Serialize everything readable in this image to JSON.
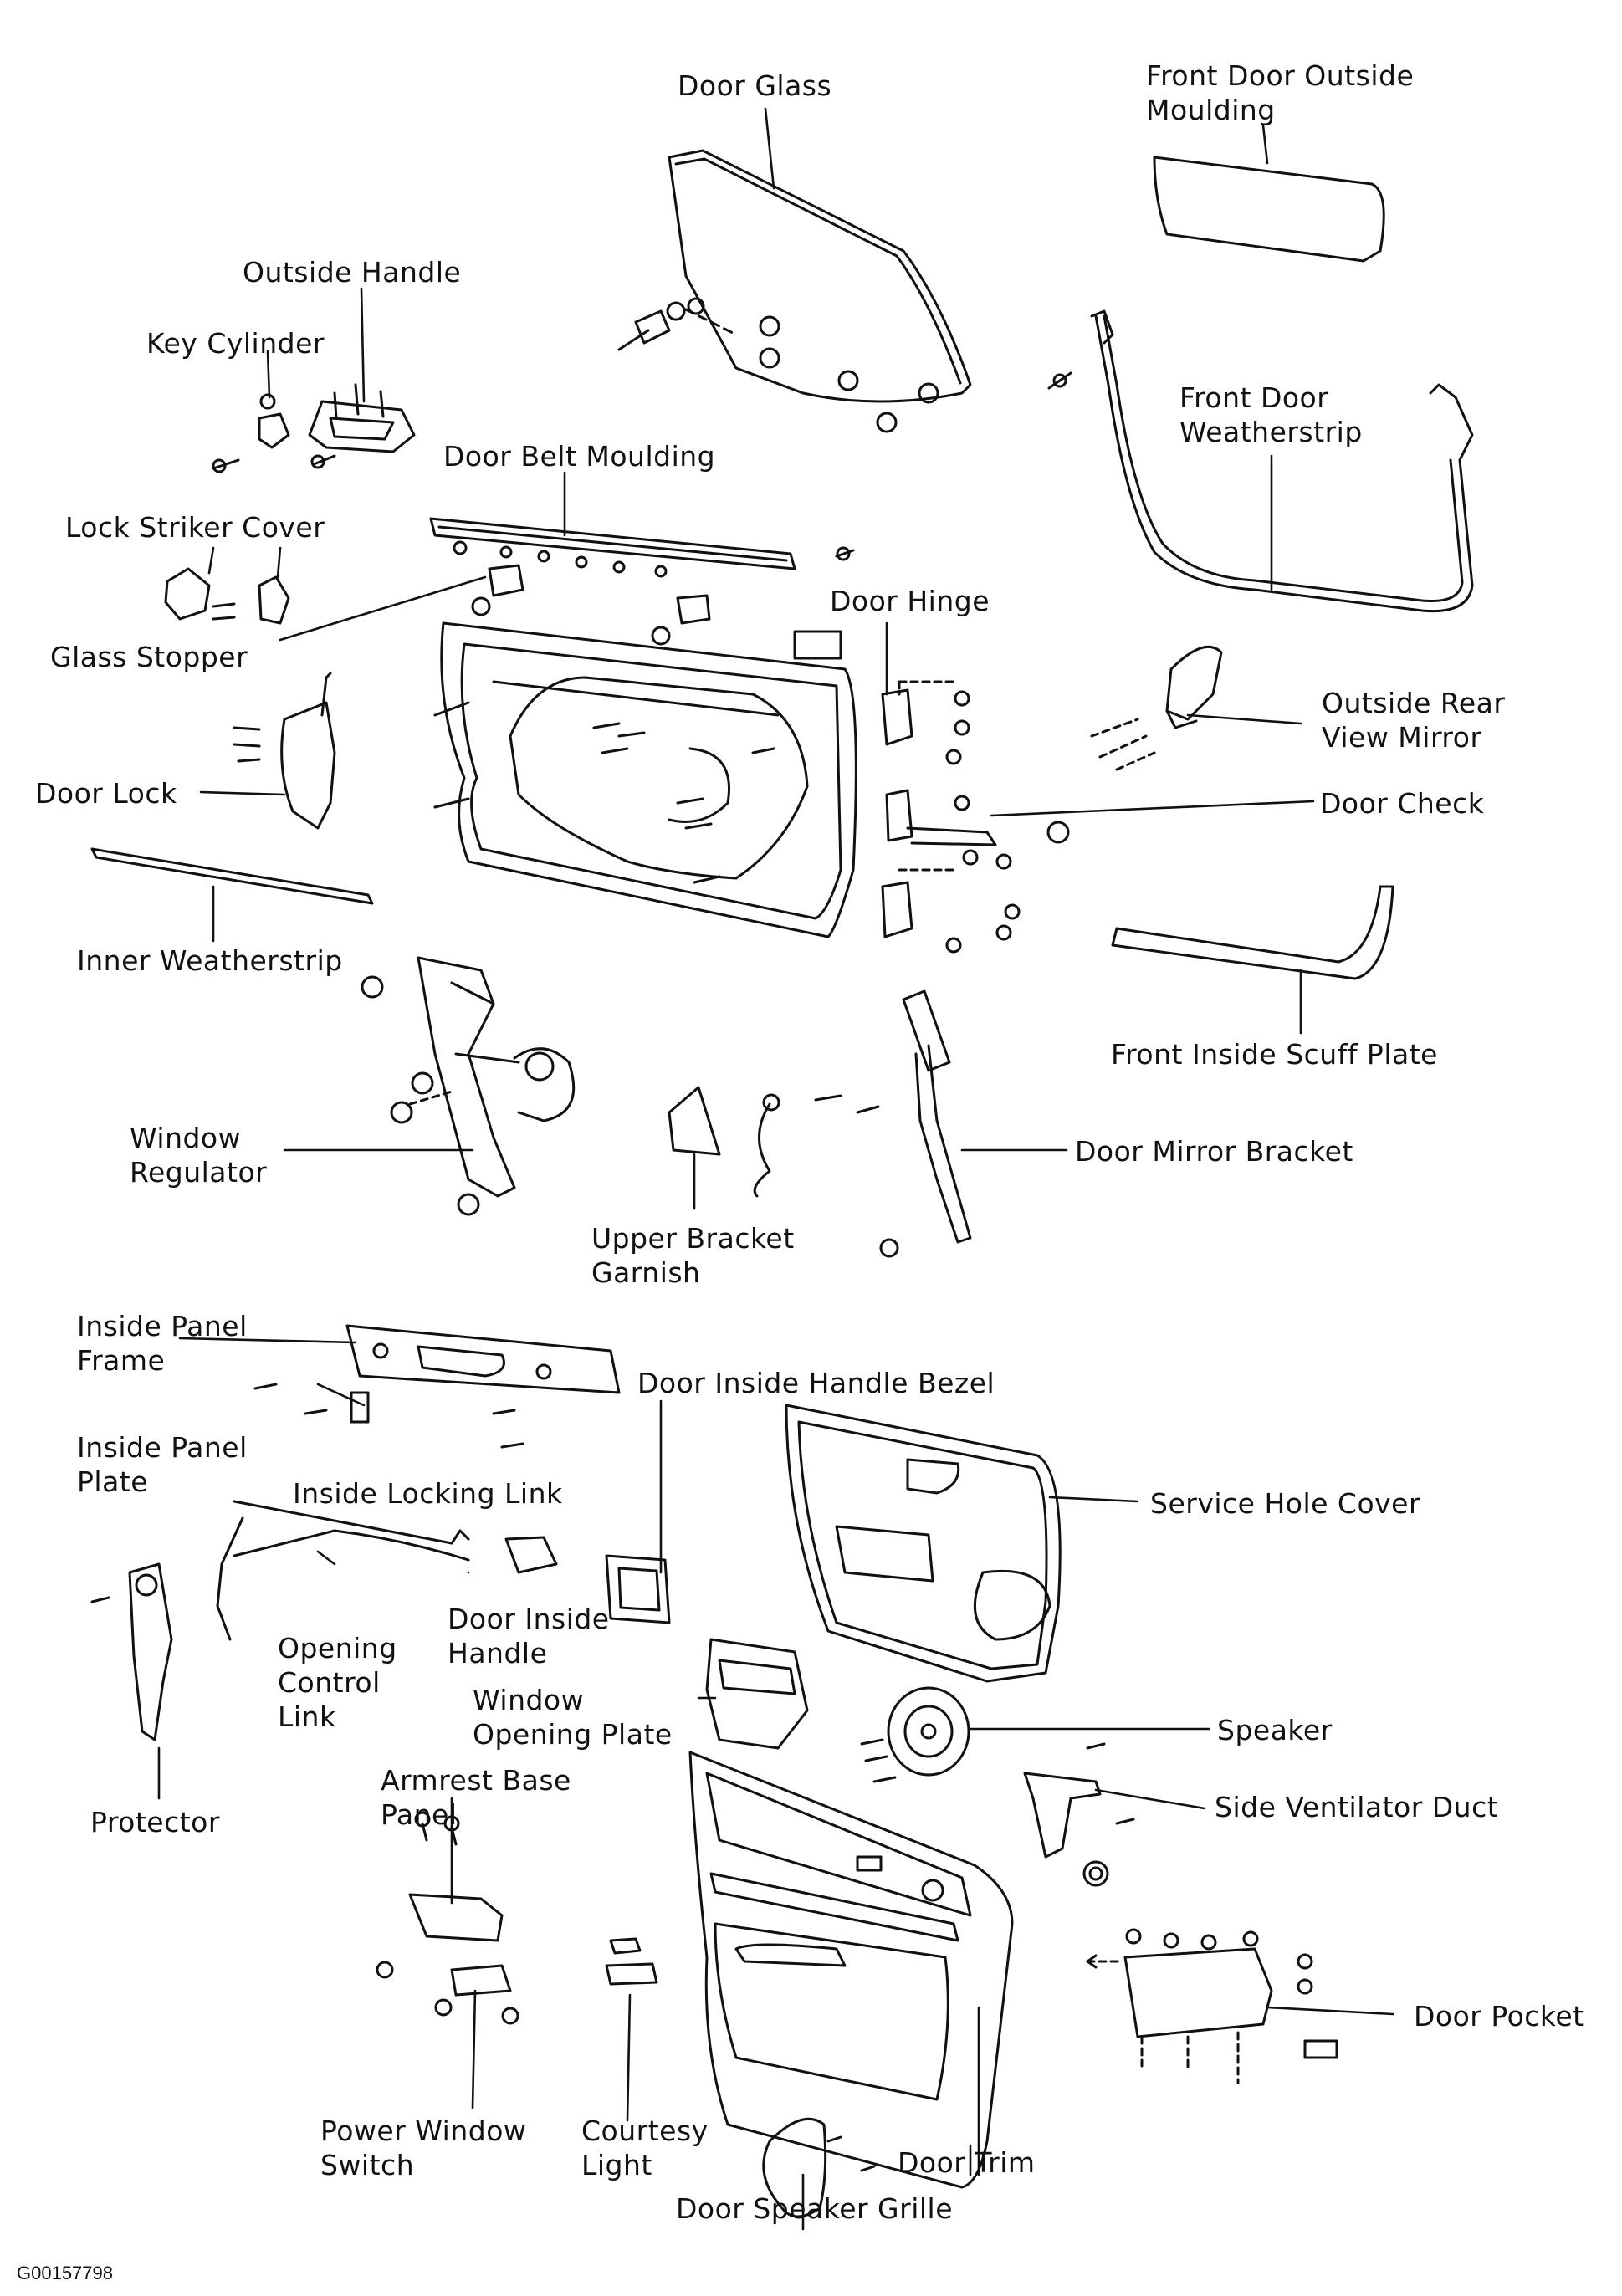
{
  "figure_code": "G00157798",
  "labels": {
    "door_glass": "Door Glass",
    "outside_moulding": "Front Door Outside\nMoulding",
    "outside_handle": "Outside Handle",
    "key_cylinder": "Key Cylinder",
    "weatherstrip": "Front Door\nWeatherstrip",
    "belt_moulding": "Door Belt Moulding",
    "lock_striker_cover": "Lock Striker Cover",
    "door_hinge": "Door Hinge",
    "glass_stopper": "Glass Stopper",
    "rear_view_mirror": "Outside Rear\nView Mirror",
    "door_lock": "Door Lock",
    "door_check": "Door Check",
    "inner_weatherstrip": "Inner Weatherstrip",
    "scuff_plate": "Front Inside Scuff Plate",
    "window_regulator": "Window\nRegulator",
    "mirror_bracket": "Door Mirror Bracket",
    "bracket_garnish": "Upper Bracket\nGarnish",
    "panel_frame": "Inside Panel\nFrame",
    "handle_bezel": "Door Inside Handle Bezel",
    "panel_plate": "Inside Panel\nPlate",
    "locking_link": "Inside Locking Link",
    "service_hole_cover": "Service Hole Cover",
    "opening_control_link": "Opening\nControl\nLink",
    "inside_handle": "Door Inside\nHandle",
    "window_opening_plate": "Window\nOpening Plate",
    "protector": "Protector",
    "speaker": "Speaker",
    "armrest_base_panel": "Armrest Base\nPanel",
    "ventilator_duct": "Side Ventilator Duct",
    "door_pocket": "Door Pocket",
    "power_window_switch": "Power Window\nSwitch",
    "courtesy_light": "Courtesy\nLight",
    "door_trim": "Door Trim",
    "speaker_grille": "Door Speaker Grille"
  }
}
